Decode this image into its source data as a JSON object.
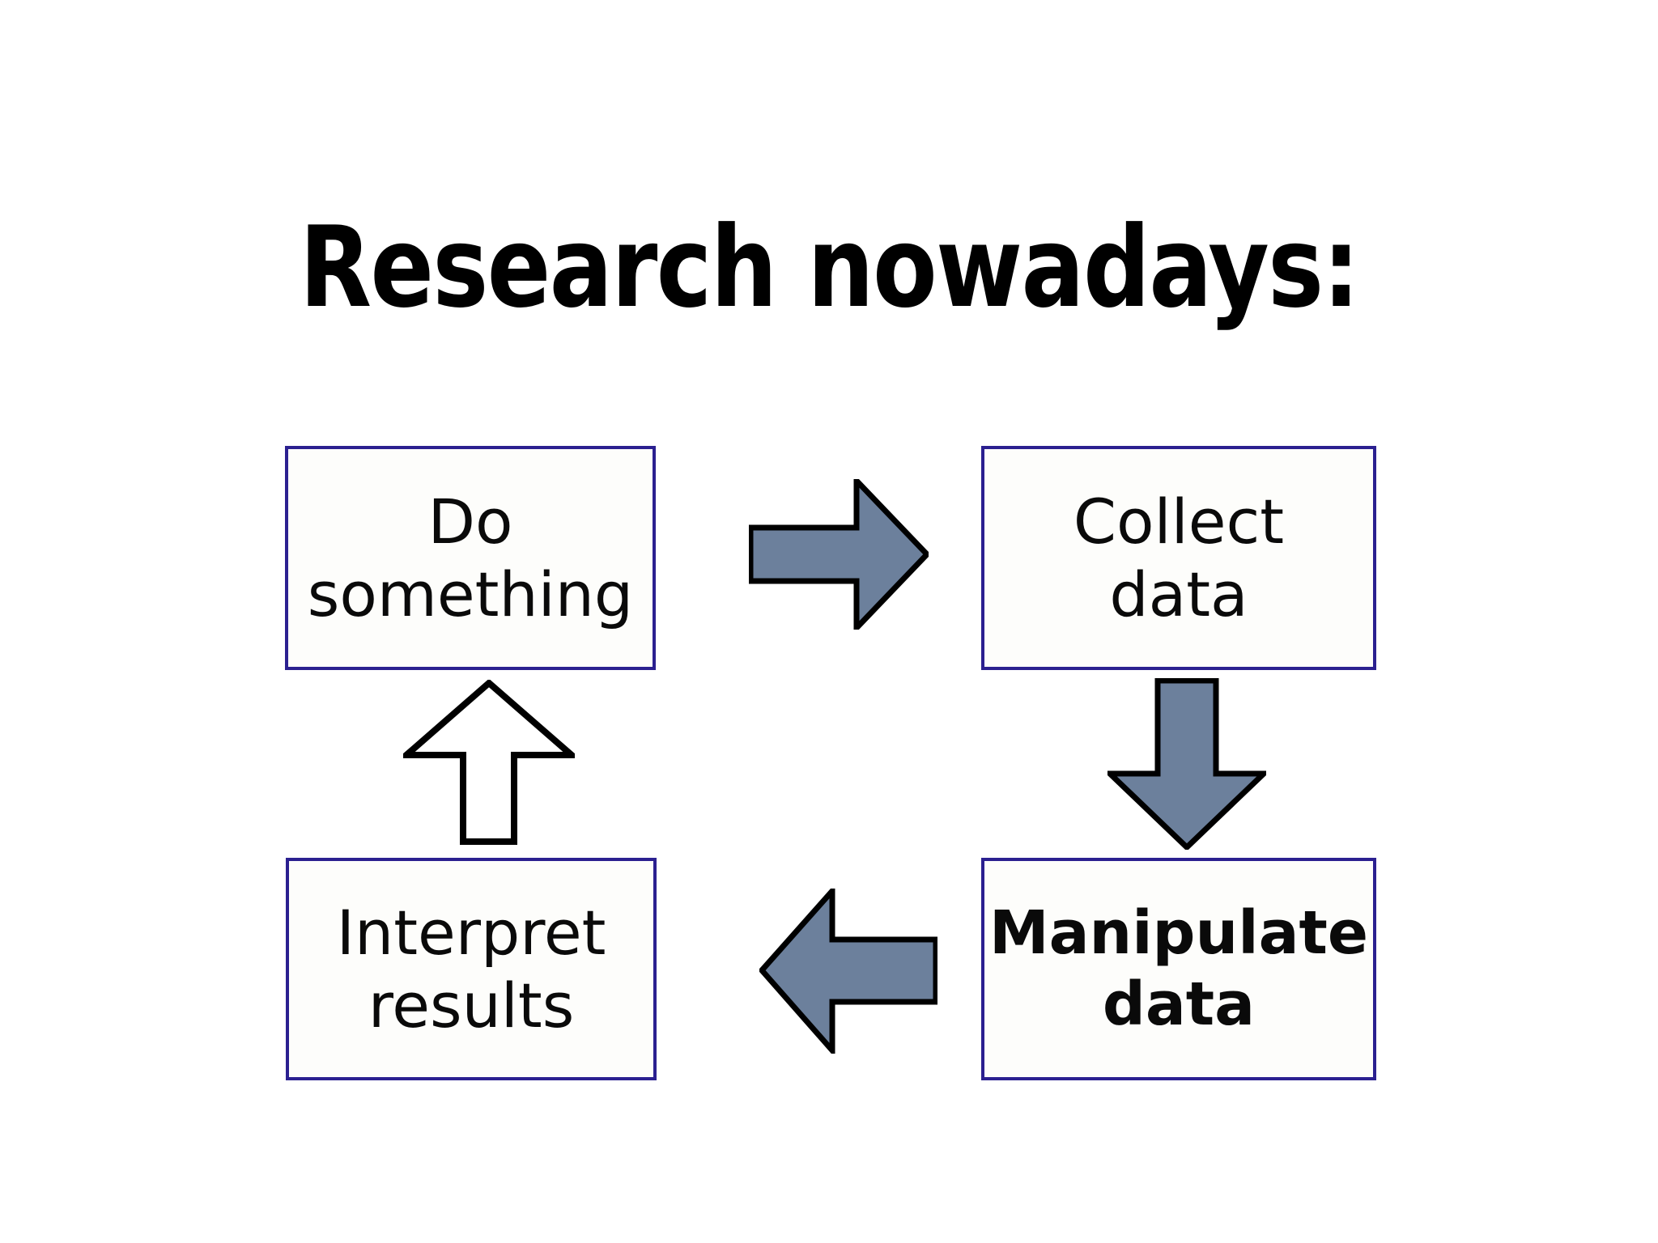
{
  "slide": {
    "background_color": "#ffffff",
    "title": "Research nowadays:"
  },
  "theme": {
    "box_border_color": "#2b2090",
    "box_fill_color": "#fdfdfb",
    "arrow_fill_color": "#6c809c",
    "arrow_outline_color": "#000000",
    "hollow_arrow_fill_color": "#ffffff",
    "text_color": "#000000"
  },
  "diagram": {
    "type": "cycle-flowchart",
    "nodes": [
      {
        "id": "do-something",
        "label": "Do\nsomething",
        "bold": false,
        "position": "top-left"
      },
      {
        "id": "collect-data",
        "label": "Collect\ndata",
        "bold": false,
        "position": "top-right"
      },
      {
        "id": "manipulate-data",
        "label": "Manipulate\ndata",
        "bold": true,
        "position": "bottom-right"
      },
      {
        "id": "interpret-results",
        "label": "Interpret\nresults",
        "bold": false,
        "position": "bottom-left"
      }
    ],
    "edges": [
      {
        "id": "do-something-to-collect-data",
        "from": "do-something",
        "to": "collect-data",
        "direction": "right",
        "style": "filled"
      },
      {
        "id": "collect-data-to-manipulate-data",
        "from": "collect-data",
        "to": "manipulate-data",
        "direction": "down",
        "style": "filled"
      },
      {
        "id": "manipulate-data-to-interpret",
        "from": "manipulate-data",
        "to": "interpret-results",
        "direction": "left",
        "style": "filled"
      },
      {
        "id": "interpret-to-do-something",
        "from": "interpret-results",
        "to": "do-something",
        "direction": "up",
        "style": "hollow"
      }
    ]
  }
}
